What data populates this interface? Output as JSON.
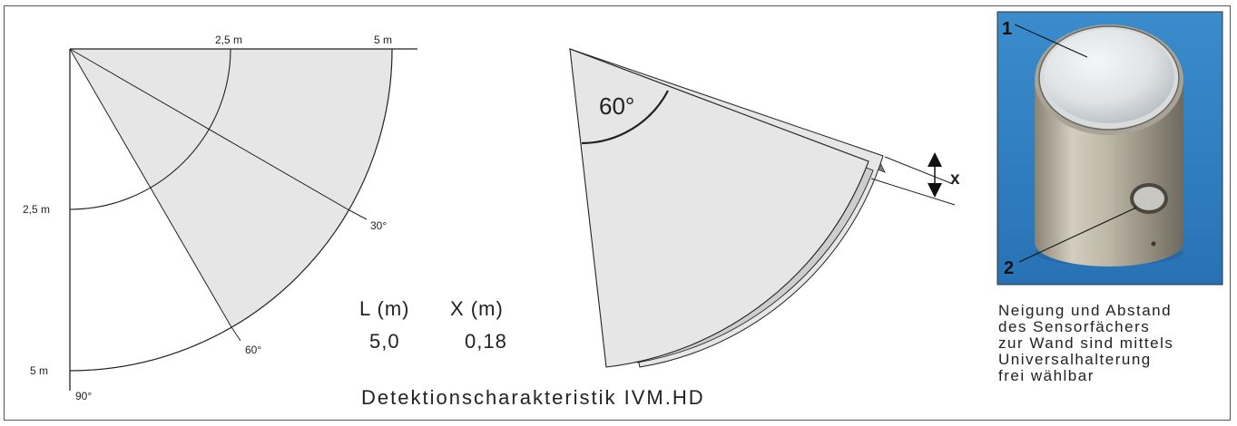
{
  "left_diagram": {
    "labels": {
      "top_2_5": "2,5 m",
      "top_5": "5 m",
      "left_2_5": "2,5 m",
      "left_5": "5 m",
      "angle_30": "30°",
      "angle_60": "60°",
      "angle_90": "90°"
    }
  },
  "table": {
    "col_l_header": "L (m)",
    "col_x_header": "X (m)",
    "l_value": "5,0",
    "x_value": "0,18"
  },
  "right_diagram": {
    "angle_label": "60°",
    "x_label": "x"
  },
  "footer_title": "Detektionscharakteristik  IVM.HD",
  "photo": {
    "marker_1": "1",
    "marker_2": "2",
    "background_color": "#2f7fbf"
  },
  "caption_lines": [
    "Neigung und Abstand",
    "des Sensorfächers",
    "zur Wand sind mittels",
    "Universalhalterung",
    "frei wählbar"
  ],
  "colors": {
    "fan_fill": "#e6e6e6",
    "fan_dark": "#808080",
    "fan_mid": "#c8c8c8"
  }
}
